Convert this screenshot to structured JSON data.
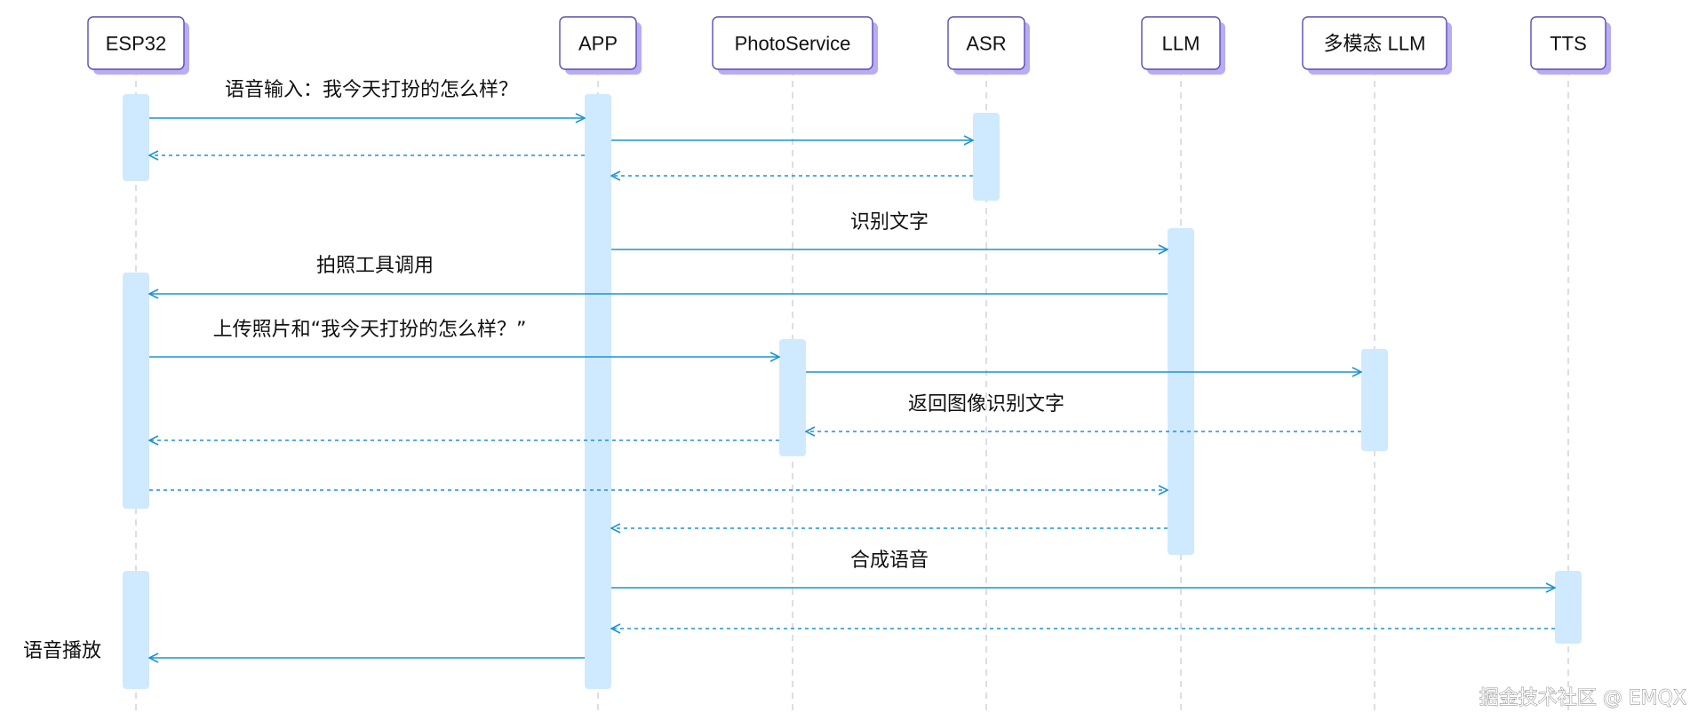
{
  "colors": {
    "actor_border": "#5b4bb0",
    "actor_shadow": "#b9acf2",
    "activation": "#cfe9ff",
    "arrow": "#1a93d6",
    "lifeline": "#c9cdd6",
    "text": "#111111"
  },
  "actors": [
    {
      "id": "esp32",
      "label": "ESP32"
    },
    {
      "id": "app",
      "label": "APP"
    },
    {
      "id": "photo",
      "label": "PhotoService"
    },
    {
      "id": "asr",
      "label": "ASR"
    },
    {
      "id": "llm",
      "label": "LLM"
    },
    {
      "id": "mllm",
      "label": "多模态 LLM"
    },
    {
      "id": "tts",
      "label": "TTS"
    }
  ],
  "activations": [
    {
      "actor": "esp32",
      "id": "esp32-1"
    },
    {
      "actor": "esp32",
      "id": "esp32-2"
    },
    {
      "actor": "esp32",
      "id": "esp32-3"
    },
    {
      "actor": "app",
      "id": "app-1"
    },
    {
      "actor": "asr",
      "id": "asr-1"
    },
    {
      "actor": "llm",
      "id": "llm-1"
    },
    {
      "actor": "photo",
      "id": "photo-1"
    },
    {
      "actor": "mllm",
      "id": "mllm-1"
    },
    {
      "actor": "tts",
      "id": "tts-1"
    }
  ],
  "messages": [
    {
      "from": "esp32",
      "to": "app",
      "kind": "sync",
      "label": "语音输入：我今天打扮的怎么样？"
    },
    {
      "from": "app",
      "to": "asr",
      "kind": "sync",
      "label": ""
    },
    {
      "from": "app",
      "to": "esp32",
      "kind": "reply",
      "label": ""
    },
    {
      "from": "asr",
      "to": "app",
      "kind": "reply",
      "label": ""
    },
    {
      "from": "app",
      "to": "llm",
      "kind": "sync",
      "label": "识别文字"
    },
    {
      "from": "llm",
      "to": "esp32",
      "kind": "sync",
      "label": "拍照工具调用"
    },
    {
      "from": "esp32",
      "to": "photo",
      "kind": "sync",
      "label": "上传照片和“我今天打扮的怎么样？”"
    },
    {
      "from": "photo",
      "to": "mllm",
      "kind": "sync",
      "label": ""
    },
    {
      "from": "mllm",
      "to": "photo",
      "kind": "reply",
      "label": "返回图像识别文字"
    },
    {
      "from": "photo",
      "to": "esp32",
      "kind": "reply",
      "label": ""
    },
    {
      "from": "esp32",
      "to": "llm",
      "kind": "reply",
      "label": ""
    },
    {
      "from": "llm",
      "to": "app",
      "kind": "reply",
      "label": ""
    },
    {
      "from": "app",
      "to": "tts",
      "kind": "sync",
      "label": "合成语音"
    },
    {
      "from": "tts",
      "to": "app",
      "kind": "reply",
      "label": ""
    },
    {
      "from": "app",
      "to": "esp32",
      "kind": "sync",
      "label": "语音播放"
    }
  ],
  "watermark": "掘金技术社区 @ EMQX"
}
